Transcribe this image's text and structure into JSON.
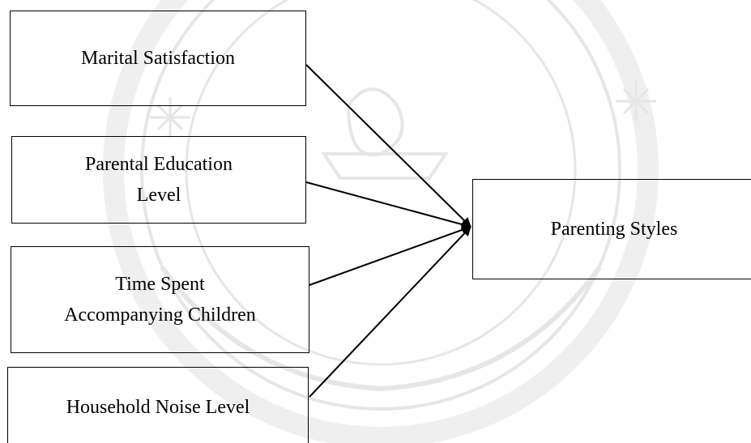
{
  "diagram": {
    "boxes": {
      "marital_satisfaction": "Marital Satisfaction",
      "parental_education": "Parental Education\nLevel",
      "time_spent": "Time Spent\nAccompanying Children",
      "household_noise": "Household Noise Level",
      "parenting_styles": "Parenting Styles"
    },
    "edges": [
      {
        "from": "marital_satisfaction",
        "to": "parenting_styles"
      },
      {
        "from": "parental_education",
        "to": "parenting_styles"
      },
      {
        "from": "time_spent",
        "to": "parenting_styles"
      },
      {
        "from": "household_noise",
        "to": "parenting_styles"
      }
    ]
  },
  "colors": {
    "line": "#000000",
    "watermark": "#e3e3e3"
  }
}
